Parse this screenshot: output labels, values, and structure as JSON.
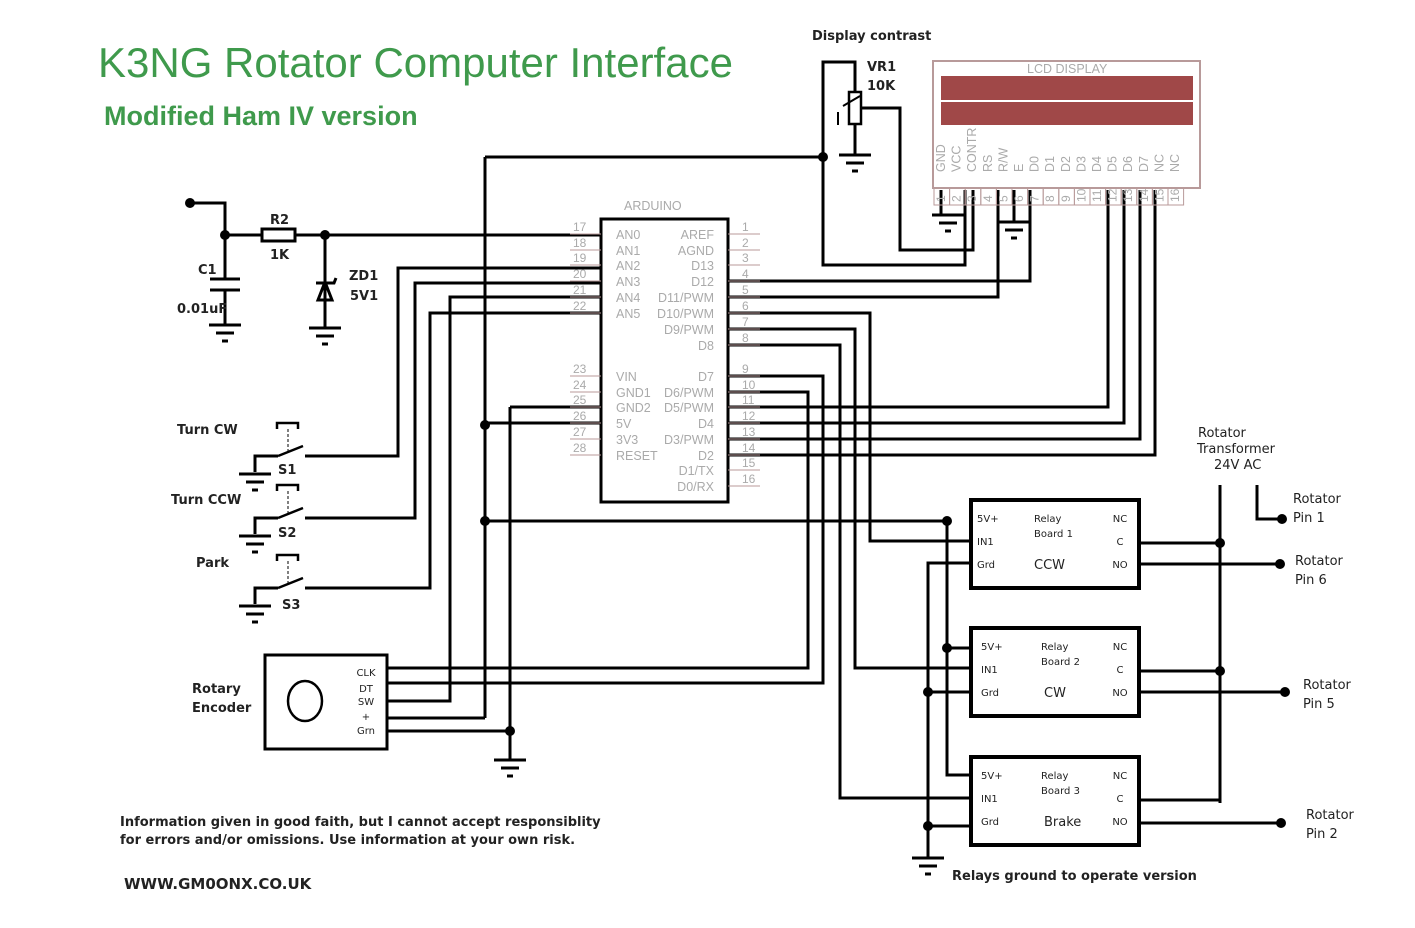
{
  "title": "K3NG Rotator Computer Interface",
  "subtitle": "Modified Ham IV version",
  "display_contrast": "Display contrast",
  "vr1": {
    "ref": "VR1",
    "value": "10K"
  },
  "r2": {
    "ref": "R2",
    "value": "1K"
  },
  "c1": {
    "ref": "C1",
    "value": "0.01uF"
  },
  "zd1": {
    "ref": "ZD1",
    "value": "5V1"
  },
  "switches": [
    {
      "label": "Turn CW",
      "ref": "S1"
    },
    {
      "label": "Turn CCW",
      "ref": "S2"
    },
    {
      "label": "Park",
      "ref": "S3"
    }
  ],
  "encoder": {
    "label_line1": "Rotary",
    "label_line2": "Encoder",
    "pins": [
      "CLK",
      "DT",
      "SW",
      "+",
      "Grn"
    ]
  },
  "arduino": {
    "label": "ARDUINO",
    "left_pins": [
      {
        "num": "17",
        "name": "AN0"
      },
      {
        "num": "18",
        "name": "AN1"
      },
      {
        "num": "19",
        "name": "AN2"
      },
      {
        "num": "20",
        "name": "AN3"
      },
      {
        "num": "21",
        "name": "AN4"
      },
      {
        "num": "22",
        "name": "AN5"
      },
      {
        "num": "23",
        "name": "VIN"
      },
      {
        "num": "24",
        "name": "GND1"
      },
      {
        "num": "25",
        "name": "GND2"
      },
      {
        "num": "26",
        "name": "5V"
      },
      {
        "num": "27",
        "name": "3V3"
      },
      {
        "num": "28",
        "name": "RESET"
      }
    ],
    "right_pins": [
      {
        "num": "1",
        "name": "AREF"
      },
      {
        "num": "2",
        "name": "AGND"
      },
      {
        "num": "3",
        "name": "D13"
      },
      {
        "num": "4",
        "name": "D12"
      },
      {
        "num": "5",
        "name": "D11/PWM"
      },
      {
        "num": "6",
        "name": "D10/PWM"
      },
      {
        "num": "7",
        "name": "D9/PWM"
      },
      {
        "num": "8",
        "name": "D8"
      },
      {
        "num": "9",
        "name": "D7"
      },
      {
        "num": "10",
        "name": "D6/PWM"
      },
      {
        "num": "11",
        "name": "D5/PWM"
      },
      {
        "num": "12",
        "name": "D4"
      },
      {
        "num": "13",
        "name": "D3/PWM"
      },
      {
        "num": "14",
        "name": "D2"
      },
      {
        "num": "15",
        "name": "D1/TX"
      },
      {
        "num": "16",
        "name": "D0/RX"
      }
    ]
  },
  "lcd": {
    "label": "LCD DISPLAY",
    "screen_color": "#a04848",
    "pins": [
      {
        "num": "1",
        "name": "GND"
      },
      {
        "num": "2",
        "name": "VCC"
      },
      {
        "num": "3",
        "name": "CONTR"
      },
      {
        "num": "4",
        "name": "RS"
      },
      {
        "num": "5",
        "name": "R/W"
      },
      {
        "num": "6",
        "name": "E"
      },
      {
        "num": "7",
        "name": "D0"
      },
      {
        "num": "8",
        "name": "D1"
      },
      {
        "num": "9",
        "name": "D2"
      },
      {
        "num": "10",
        "name": "D3"
      },
      {
        "num": "11",
        "name": "D4"
      },
      {
        "num": "12",
        "name": "D5"
      },
      {
        "num": "13",
        "name": "D6"
      },
      {
        "num": "14",
        "name": "D7"
      },
      {
        "num": "15",
        "name": "NC"
      },
      {
        "num": "16",
        "name": "NC"
      }
    ]
  },
  "relays": [
    {
      "line1": "Relay",
      "line2": "Board 1",
      "function": "CCW",
      "pins_left": [
        "5V+",
        "IN1",
        "Grd"
      ],
      "pins_right": [
        "NC",
        "C",
        "NO"
      ]
    },
    {
      "line1": "Relay",
      "line2": "Board 2",
      "function": "CW",
      "pins_left": [
        "5V+",
        "IN1",
        "Grd"
      ],
      "pins_right": [
        "NC",
        "C",
        "NO"
      ]
    },
    {
      "line1": "Relay",
      "line2": "Board 3",
      "function": "Brake",
      "pins_left": [
        "5V+",
        "IN1",
        "Grd"
      ],
      "pins_right": [
        "NC",
        "C",
        "NO"
      ]
    }
  ],
  "transformer": {
    "line1": "Rotator",
    "line2": "Transformer",
    "line3": "24V AC"
  },
  "rotator_pins": [
    {
      "line1": "Rotator",
      "line2": "Pin 1"
    },
    {
      "line1": "Rotator",
      "line2": "Pin 6"
    },
    {
      "line1": "Rotator",
      "line2": "Pin  5"
    },
    {
      "line1": "Rotator",
      "line2": "Pin 2"
    }
  ],
  "disclaimer_line1": "Information given in good faith, but I cannot accept responsiblity",
  "disclaimer_line2": "for errors and/or omissions. Use information at your own risk.",
  "website": "WWW.GM0ONX.CO.UK",
  "relay_note": "Relays ground to operate version"
}
